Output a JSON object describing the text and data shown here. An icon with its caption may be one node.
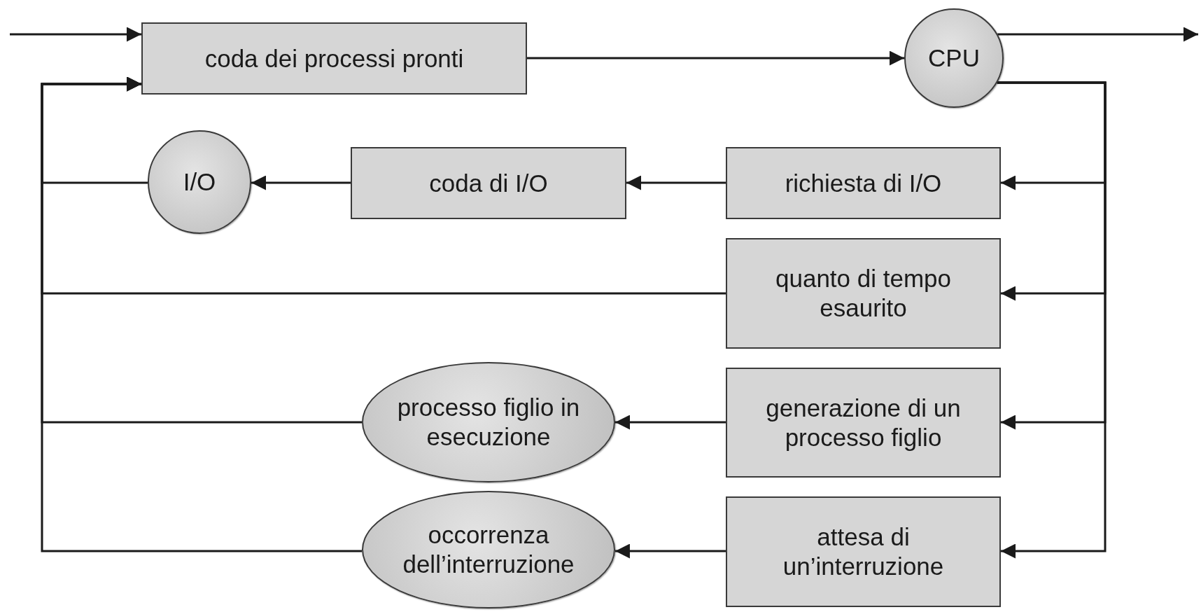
{
  "diagram": {
    "nodes": [
      {
        "text": [
          "coda dei processi pronti"
        ]
      },
      {
        "text": [
          "CPU"
        ]
      },
      {
        "text": [
          "I/O"
        ]
      },
      {
        "text": [
          "coda di I/O"
        ]
      },
      {
        "text": [
          "richiesta di I/O"
        ]
      },
      {
        "text": [
          "quanto di tempo esaurito"
        ]
      },
      {
        "text": [
          "processo figlio in esecuzione"
        ]
      },
      {
        "text": [
          "generazione di un processo figlio"
        ]
      },
      {
        "text": [
          "occorrenza dell’interruzione"
        ]
      },
      {
        "text": [
          "attesa di un’interruzione"
        ]
      }
    ],
    "edges": [
      {
        "from": null,
        "to": 0,
        "arrow": "to"
      },
      {
        "from": 0,
        "to": 1,
        "arrow": "to"
      },
      {
        "from": 1,
        "to": null,
        "arrow": "to"
      },
      {
        "from": 1,
        "to": 4,
        "arrow": "to"
      },
      {
        "from": 1,
        "to": 5,
        "arrow": "to"
      },
      {
        "from": 1,
        "to": 7,
        "arrow": "to"
      },
      {
        "from": 1,
        "to": 9,
        "arrow": "to"
      },
      {
        "from": 4,
        "to": 3,
        "arrow": "to"
      },
      {
        "from": 3,
        "to": 2,
        "arrow": "to"
      },
      {
        "from": 2,
        "to": 0,
        "arrow": "to"
      },
      {
        "from": 5,
        "to": 0,
        "arrow": "to"
      },
      {
        "from": 7,
        "to": 6,
        "arrow": "to"
      },
      {
        "from": 6,
        "to": 0,
        "arrow": "to"
      },
      {
        "from": 9,
        "to": 8,
        "arrow": "to"
      },
      {
        "from": 8,
        "to": 0,
        "arrow": "to"
      }
    ]
  }
}
